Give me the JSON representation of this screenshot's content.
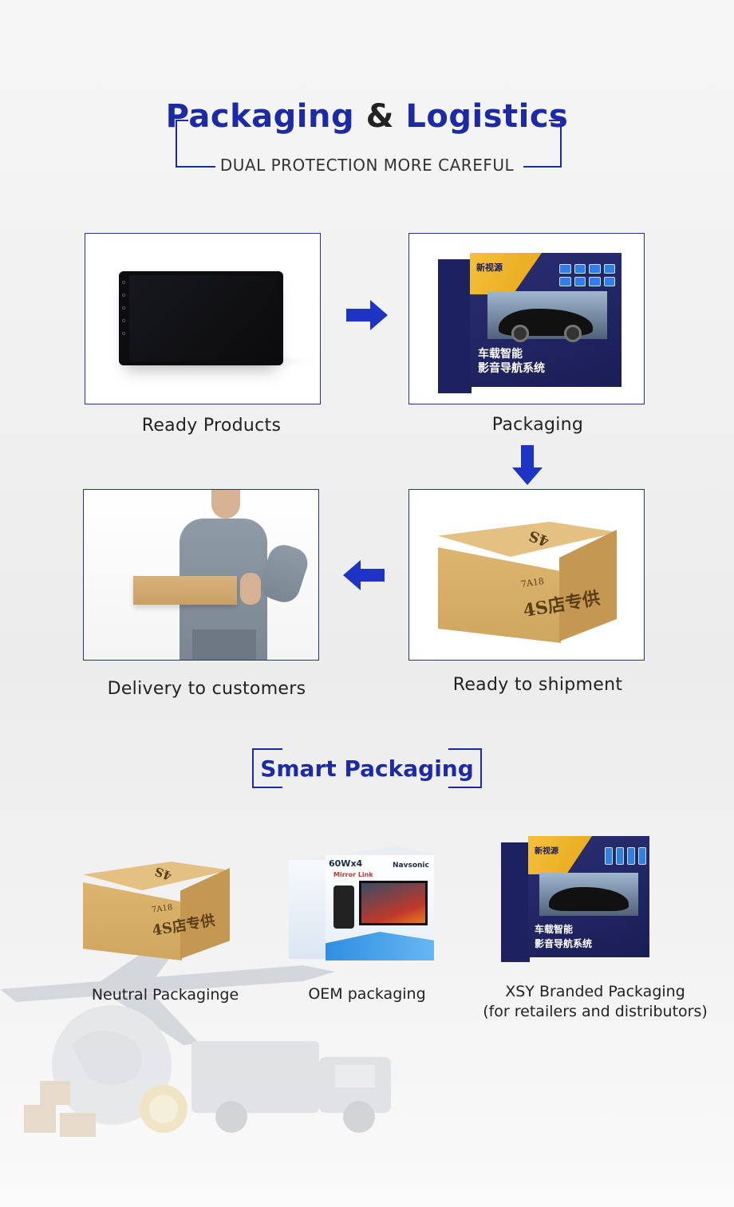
{
  "header": {
    "title_part1": "Packaging",
    "title_amp": "&",
    "title_part2": "Logistics",
    "subtitle": "DUAL PROTECTION MORE CAREFUL"
  },
  "steps": [
    {
      "label": "Ready Products"
    },
    {
      "label": "Packaging"
    },
    {
      "label": "Ready to shipment"
    },
    {
      "label": "Delivery to customers"
    }
  ],
  "box_print": {
    "brand": "新视源",
    "line1": "车载智能",
    "line2": "影音导航系统",
    "carton_model": "7A18",
    "carton_text": "4S店专供",
    "carton_top": "4S",
    "oem_spec": "60Wx4",
    "oem_feature": "Mirror Link",
    "oem_brand": "Navsonic"
  },
  "smart": {
    "title": "Smart Packaging",
    "items": [
      {
        "label": "Neutral Packaginge"
      },
      {
        "label": "OEM packaging"
      },
      {
        "label": "XSY Branded Packaging",
        "sublabel": "(for retailers and distributors)"
      }
    ]
  },
  "colors": {
    "accent": "#1c2aa8",
    "frame_border": "#24309f",
    "arrow": "#1e34c4",
    "cardboard": "#d8b06a",
    "box_navy": "#22266a",
    "box_gold": "#eeb42a"
  },
  "icons": {
    "step_arrows": [
      "arrow-right-icon",
      "arrow-down-icon",
      "arrow-left-icon"
    ]
  }
}
